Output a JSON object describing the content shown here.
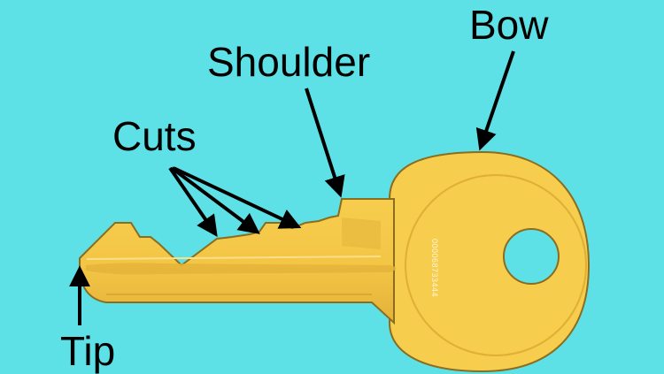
{
  "diagram": {
    "labels": {
      "bow": "Bow",
      "shoulder": "Shoulder",
      "cuts": "Cuts",
      "tip": "Tip"
    },
    "serial_number": "000068733444",
    "colors": {
      "background": "#5ee1e6",
      "key_fill": "#f7cd4e",
      "key_shade": "#e3b43a",
      "key_outline": "#8a6d1e",
      "arrow": "#000000"
    },
    "icons": {
      "key": "key-icon",
      "keyring_hole": "hole-icon"
    }
  }
}
